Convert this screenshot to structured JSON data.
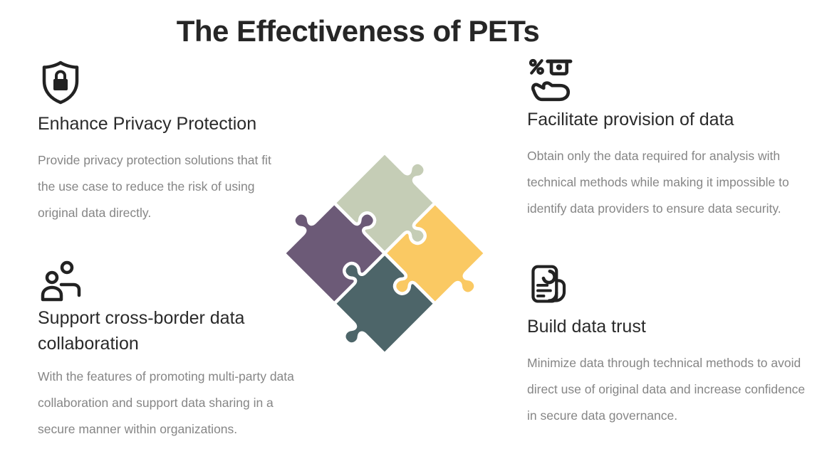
{
  "title": "The Effectiveness of PETs",
  "colors": {
    "background": "#ffffff",
    "title_text": "#262626",
    "heading_text": "#2a2a2a",
    "body_text": "#868686",
    "icon_stroke": "#222222",
    "puzzle_green": "#c5cdb6",
    "puzzle_yellow": "#fac963",
    "puzzle_purple": "#6c5a77",
    "puzzle_teal": "#4d6569",
    "puzzle_gap": "#ffffff"
  },
  "sections": [
    {
      "icon": "shield-lock-icon",
      "heading": "Enhance Privacy Protection",
      "body": "Provide privacy protection solutions that fit the use case to reduce the risk of using original data directly."
    },
    {
      "icon": "hand-provision-percent-icon",
      "heading": "Facilitate provision of data",
      "body": "Obtain only the data required for analysis with technical methods  while making it impossible to identify data providers to ensure data security."
    },
    {
      "icon": "people-collaboration-icon",
      "heading": "Support cross-border data collaboration",
      "body": "With the features of promoting multi-party data collaboration and support data sharing in a secure manner within organizations."
    },
    {
      "icon": "data-report-document-icon",
      "heading": "Build data trust",
      "body": "Minimize data through technical methods to avoid direct use of original data and increase confidence in secure data governance."
    }
  ],
  "puzzle": {
    "description": "four interlocking jigsaw pieces rotated 45 degrees",
    "pieces": [
      {
        "position": "top",
        "color": "#c5cdb6"
      },
      {
        "position": "right",
        "color": "#fac963"
      },
      {
        "position": "bottom",
        "color": "#4d6569"
      },
      {
        "position": "left",
        "color": "#6c5a77"
      }
    ]
  }
}
